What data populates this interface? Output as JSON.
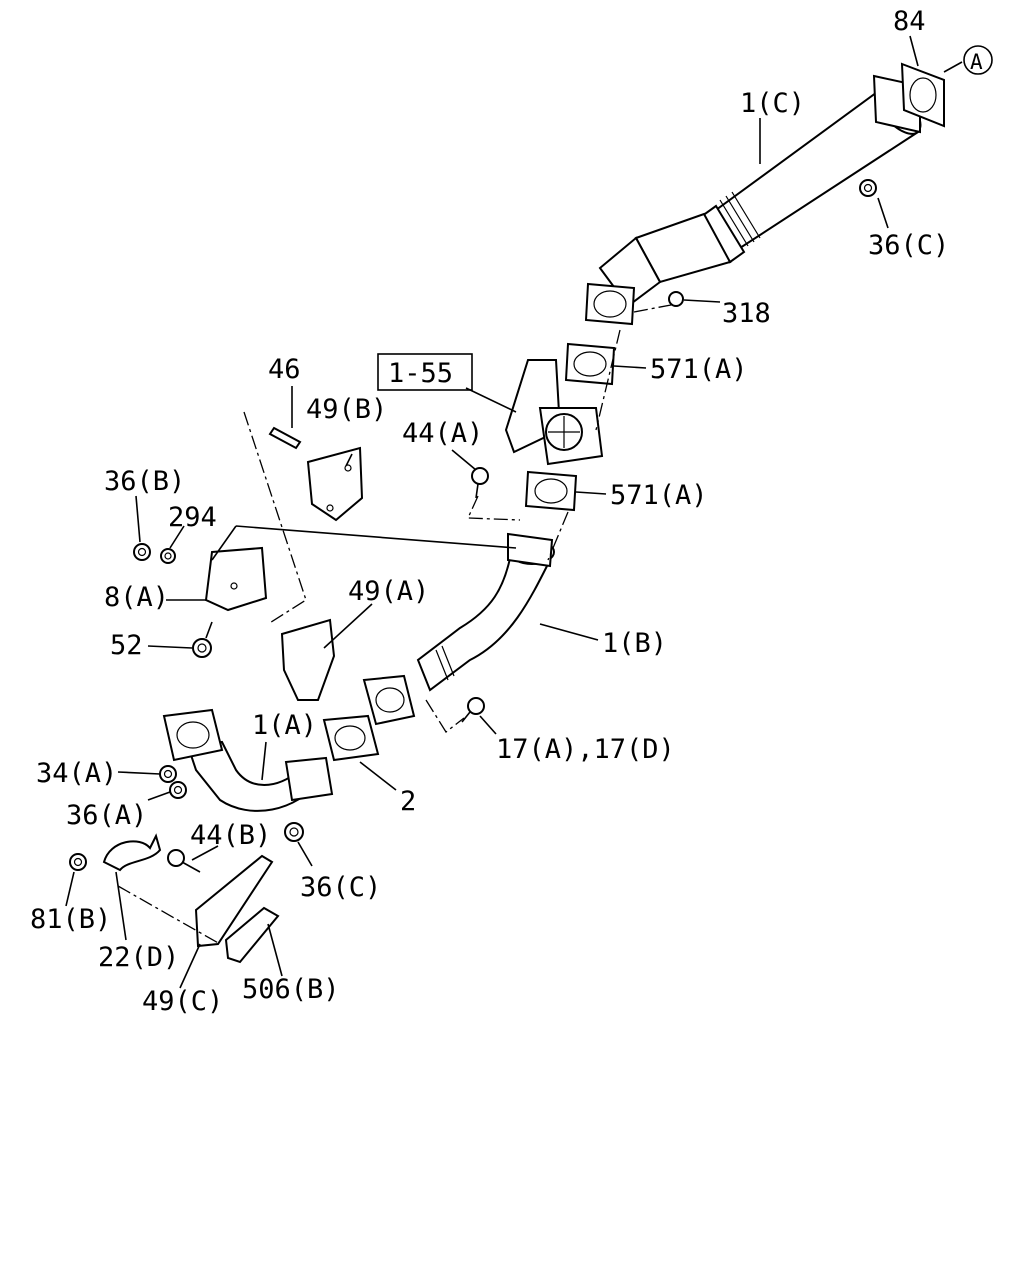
{
  "labels": {
    "p84": "84",
    "ref_a": "A",
    "p1c": "1(C)",
    "p36c_top": "36(C)",
    "p318": "318",
    "p1_55": "1-55",
    "p571a_top": "571(A)",
    "p571a_bot": "571(A)",
    "p46": "46",
    "p49b": "49(B)",
    "p44a": "44(A)",
    "p36b": "36(B)",
    "p294": "294",
    "p8a": "8(A)",
    "p49a": "49(A)",
    "p52": "52",
    "p1b": "1(B)",
    "p1a": "1(A)",
    "p17": "17(A),17(D)",
    "p34a": "34(A)",
    "p2": "2",
    "p36a": "36(A)",
    "p44b": "44(B)",
    "p36c_bot": "36(C)",
    "p81b": "81(B)",
    "p22d": "22(D)",
    "p49c": "49(C)",
    "p506b": "506(B)"
  }
}
